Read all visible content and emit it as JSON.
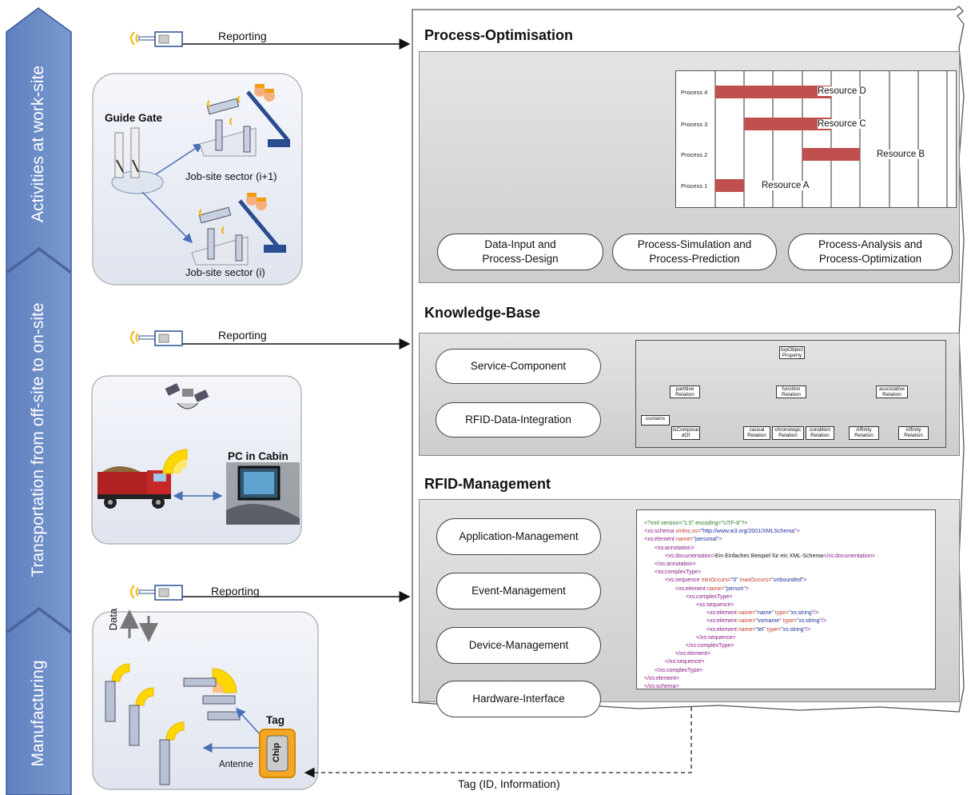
{
  "phases": {
    "work_site": "Activities at work-site",
    "transport": "Transportation from off-site to  on-site",
    "manufacturing": "Manufacturing"
  },
  "reporting_labels": [
    "Reporting",
    "Reporting",
    "Reporting"
  ],
  "work_site": {
    "guide_gate": "Guide Gate",
    "sector_upper": "Job-site sector (i+1)",
    "sector_lower": "Job-site sector (i)"
  },
  "transport": {
    "pc_in_cabin": "PC in Cabin"
  },
  "manufacturing": {
    "data_label": "Data",
    "tag_label": "Tag",
    "chip_label": "Chip",
    "antenne_label": "Antenne"
  },
  "bottom_arrow_label": "Tag (ID, Information)",
  "process_optimisation": {
    "title": "Process-Optimisation",
    "gantt": {
      "rows": [
        "Process 4",
        "Process 3",
        "Process 2",
        "Process 1"
      ],
      "resources": [
        "Resource D",
        "Resource C",
        "Resource B",
        "Resource A"
      ]
    },
    "pills": [
      "Data-Input and\nProcess-Design",
      "Process-Simulation and\nProcess-Prediction",
      "Process-Analysis and\nProcess-Optimization"
    ]
  },
  "knowledge_base": {
    "title": "Knowledge-Base",
    "pills": [
      "Service-Component",
      "RFID-Data-Integration"
    ],
    "tree": {
      "root": "topObject\nProperty",
      "level1": [
        "partitive\nRelation",
        "function\nRelation",
        "associative\nRelation"
      ],
      "level2": [
        "contains",
        "isCompose\ndOf",
        "causal\nRelation",
        "chronologic\nRelation",
        "condition\nRelation",
        "Affinity\nRelation",
        "Affinity\nRelation"
      ]
    }
  },
  "rfid_management": {
    "title": "RFID-Management",
    "pills": [
      "Application-Management",
      "Event-Management",
      "Device-Management",
      "Hardware-Interface"
    ],
    "xml_lines": [
      "<?xml version=\"1.0\" encoding=\"UTF-8\"?>",
      "<xs:schema xmlns:xs=\"http://www.w3.org/2001/XMLSchema\">",
      "<xs:element name=\"personal\">",
      "<xs:annotation>",
      "<xs:documentation>Ein Einfaches Beispiel für ein XML-Schema</xs:documentation>",
      "</xs:annotation>",
      "<xs:complexType>",
      "<xs:sequence minOccurs=\"0\" maxOccurs=\"unbounded\">",
      "<xs:element name=\"person\">",
      "<xs:complexType>",
      "<xs:sequence>",
      "<xs:element name=\"name\" type=\"xs:string\"/>",
      "<xs:element name=\"vorname\" type=\"xs:string\"/>",
      "<xs:element name=\"tel\" type=\"xs:string\"/>",
      "</xs:sequence>",
      "</xs:complexType>",
      "</xs:element>",
      "</xs:sequence>",
      "</xs:complexType>",
      "</xs:element>",
      "</xs:schema>"
    ]
  },
  "colors": {
    "phase_arrow": "#6b8cc7",
    "phase_arrow_border": "#3c5a94",
    "flow_red": "#f08080",
    "flow_green": "#80ee80",
    "gantt_bar": "#c0504d",
    "accent_yellow": "#ffd700",
    "chip_orange": "#f0a020"
  }
}
